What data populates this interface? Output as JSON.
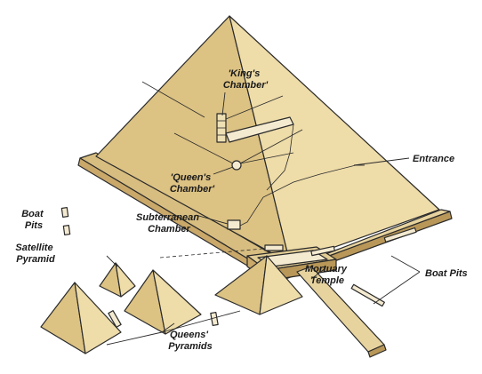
{
  "title": "",
  "colors": {
    "light_face": "#eedca9",
    "mid_face": "#dcc283",
    "dark_face": "#c9a86a",
    "base": "#e2cd95",
    "ink": "#2a2a2a"
  },
  "labels": {
    "kings_chamber": [
      "'King's",
      "Chamber'"
    ],
    "queens_chamber": [
      "'Queen's",
      "Chamber'"
    ],
    "subterranean_chamber": [
      "Subterranean",
      "Chamber"
    ],
    "entrance": "Entrance",
    "boat_pits_left": [
      "Boat",
      "Pits"
    ],
    "satellite_pyramid": [
      "Satellite",
      "Pyramid"
    ],
    "mortuary_temple": [
      "Mortuary",
      "Temple"
    ],
    "boat_pits_right": "Boat Pits",
    "queens_pyramids": [
      "Queens'",
      "Pyramids"
    ]
  }
}
